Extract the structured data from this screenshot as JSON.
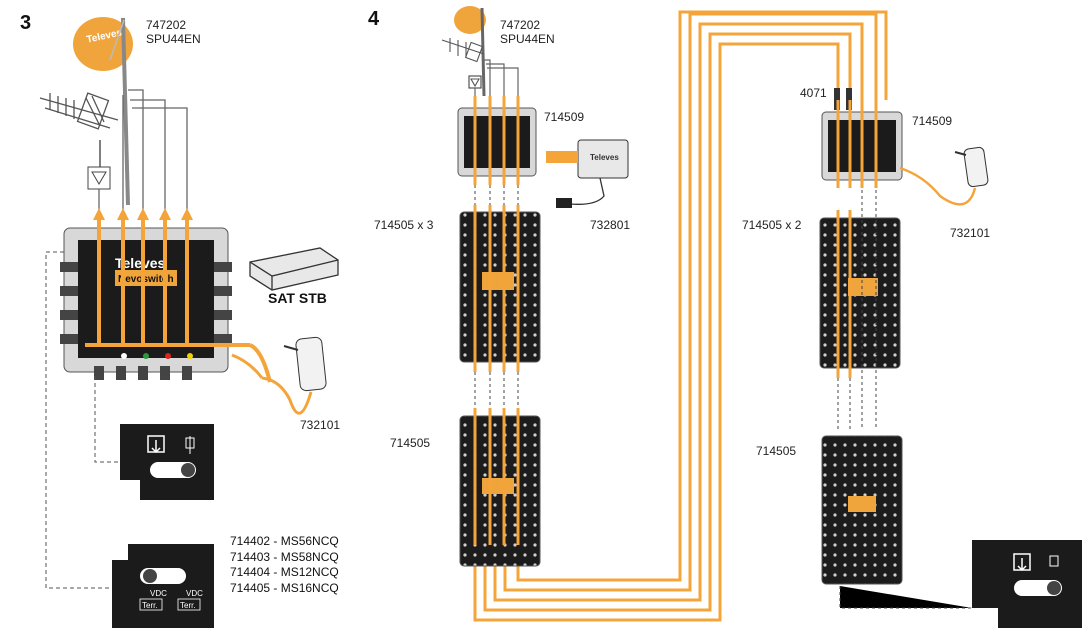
{
  "diagram_3": {
    "number": "3",
    "lnb_code": "747202",
    "lnb_model": "SPU44EN",
    "receiver_label": "SAT STB",
    "psu_code": "732101",
    "models": [
      "714402 - MS56NCQ",
      "714403 - MS58NCQ",
      "714404 - MS12NCQ",
      "714405 - MS16NCQ"
    ],
    "switch_vdc_left": "VDC",
    "switch_terr_left": "Terr.",
    "switch_vdc_right": "VDC",
    "switch_terr_right": "Terr."
  },
  "diagram_4": {
    "number": "4",
    "lnb_code": "747202",
    "lnb_model": "SPU44EN",
    "amp_code_left": "714509",
    "amp_code_right": "714509",
    "psu_left": "732801",
    "psu_right": "732101",
    "cascade_left": "714505 x 3",
    "cascade_right": "714505 x 2",
    "last_left": "714505",
    "last_right": "714505",
    "attenuator": "4071"
  },
  "brand": "Televes",
  "product_line": "Nevoswitch",
  "colors": {
    "cable": "#f5a43a",
    "device_dark": "#1b1b1b",
    "dish": "#f0a53c",
    "line": "#555555"
  }
}
